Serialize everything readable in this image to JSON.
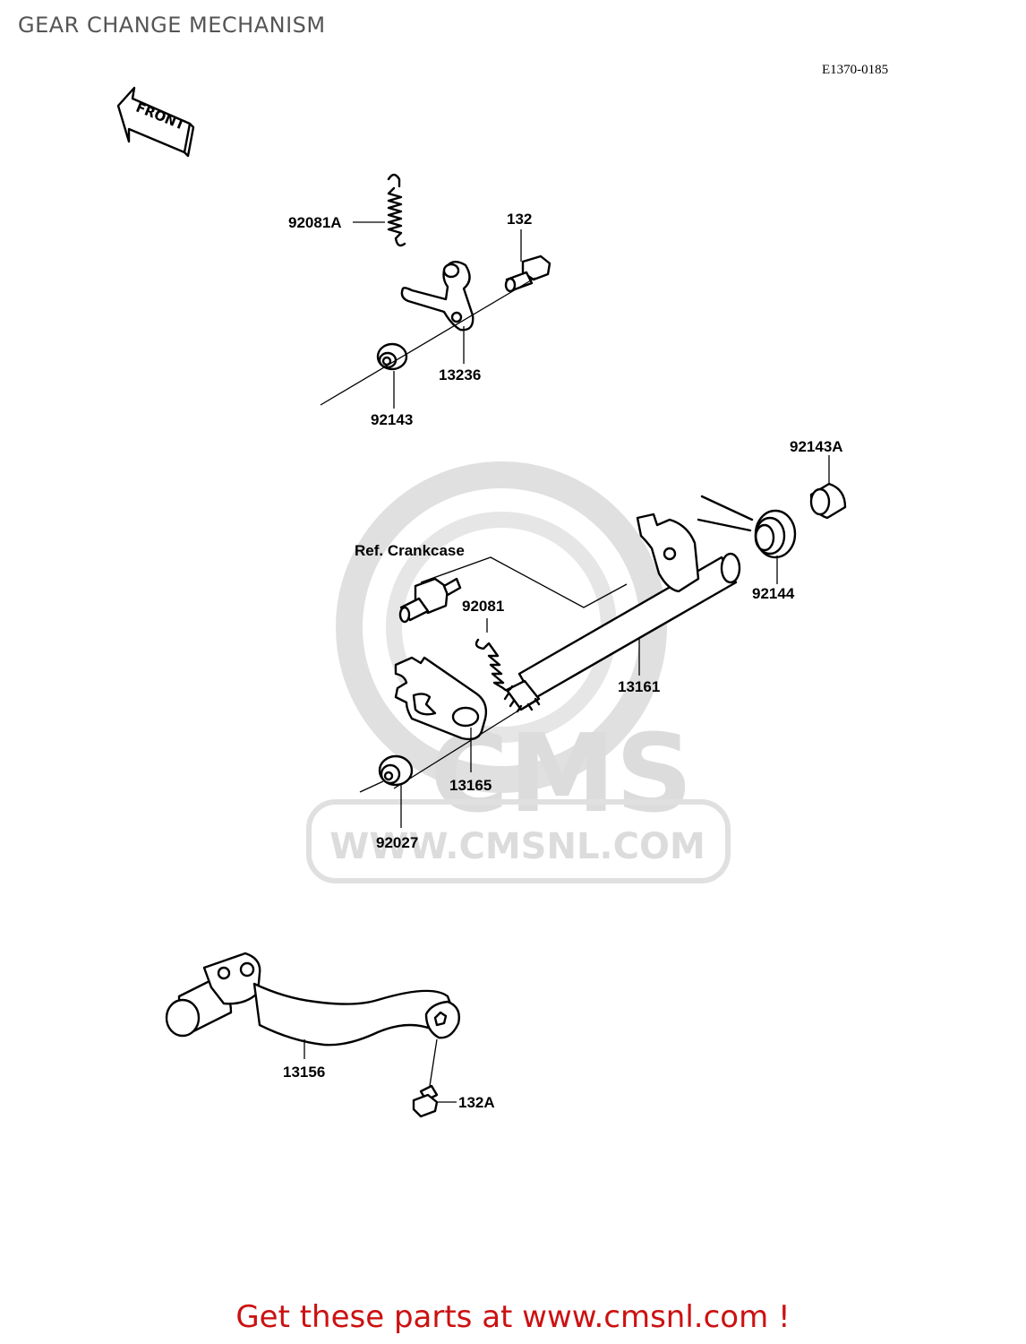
{
  "page": {
    "title": "GEAR CHANGE MECHANISM",
    "diagram_code": "E1370-0185",
    "front_arrow_label": "FRONT",
    "footer_text": "Get these parts at www.cmsnl.com !"
  },
  "watermark": {
    "brand": "CMS",
    "url": "WWW.CMSNL.COM"
  },
  "reference_label": "Ref. Crankcase",
  "part_labels": {
    "p92081A": "92081A",
    "p132": "132",
    "p13236": "13236",
    "p92143": "92143",
    "p92143A": "92143A",
    "p92144": "92144",
    "p92081": "92081",
    "p13161": "13161",
    "p13165": "13165",
    "p92027": "92027",
    "p13156": "13156",
    "p132A": "132A"
  },
  "colors": {
    "title": "#555555",
    "footer": "#cc1111",
    "watermark": "#dcdcdc"
  }
}
